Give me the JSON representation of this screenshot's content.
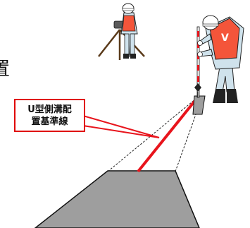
{
  "callout": {
    "line1": "U型側溝配",
    "line2": "置基準線"
  },
  "edge_text": "置",
  "colors": {
    "reference_line": "#e8141c",
    "slab": "#9e9e9e",
    "slab_edge": "#111111",
    "worker_suit": "#cfe2ec",
    "safety_vest": "#f4553a",
    "helmet": "#ffffff"
  },
  "icons": {
    "surveyor": "surveyor-with-level-icon",
    "worker": "worker-holding-staff-icon",
    "target": "target-marker-icon"
  }
}
